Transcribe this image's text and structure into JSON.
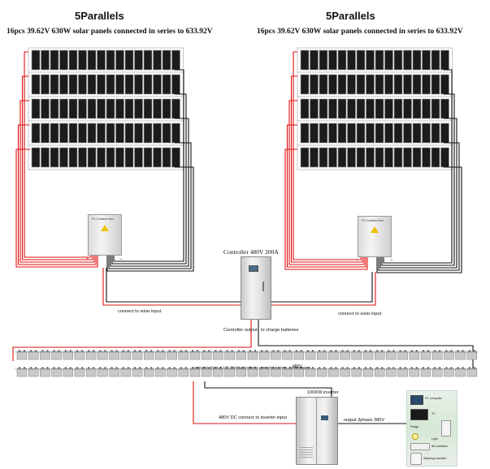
{
  "left_array": {
    "title": "5Parallels",
    "subtitle": "16pcs 39.62V 630W solar panels connected in series to 633.92V",
    "panels_per_string": 16,
    "strings": 5,
    "combiner_label": "PV Combiner Box"
  },
  "right_array": {
    "title": "5Parallels",
    "subtitle": "16pcs 39.62V 630W solar panels connected in series to 633.92V",
    "panels_per_string": 16,
    "strings": 5,
    "combiner_label": "PV Combiner Box"
  },
  "controller": {
    "label": "Controller 480V 200A",
    "output_label": "Controller output",
    "charge_label": "to charge batteries"
  },
  "connect_left": "connect to solar input",
  "connect_right": "connect to solar input",
  "batteries": {
    "row_count": 40,
    "rows": 2,
    "label_left": "Lead-acid",
    "label_mid": "40pcs of 12V 200AH gel batteries connected in series , total voltage is",
    "label_voltage": "480V"
  },
  "inverter": {
    "label": "100KW inverter",
    "dc_label": "480V DC connect to inverter input",
    "ac_label": "output 3phase 380V"
  },
  "loads": {
    "items": [
      "PC computer",
      "TV",
      "Fridge",
      "Light",
      "Air condition",
      "Washing machine"
    ]
  },
  "colors": {
    "positive": "#e01010",
    "negative": "#111111",
    "panel": "#1c1c1c",
    "panel_frame": "#9a9a9a"
  }
}
